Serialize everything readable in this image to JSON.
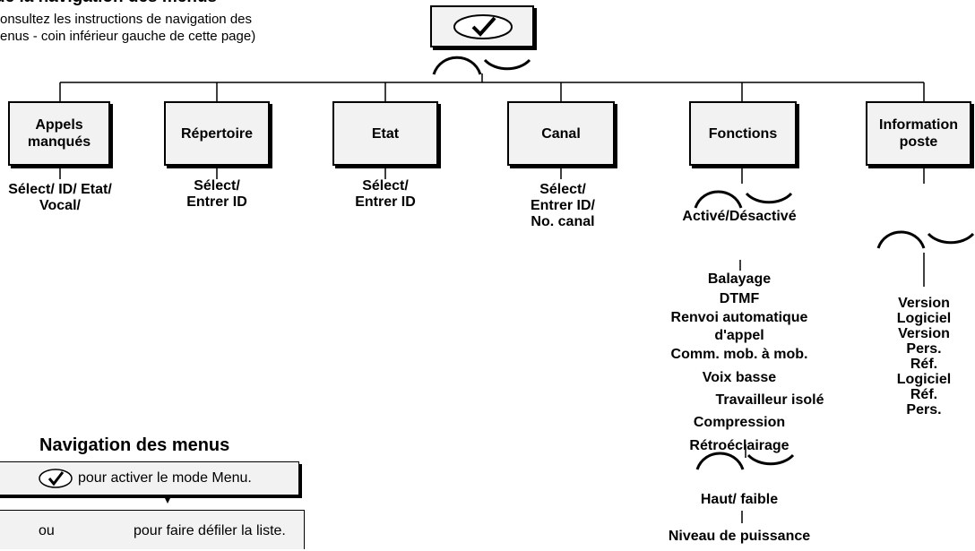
{
  "header": {
    "title_partial": "de la navigation des menus",
    "instructions_line1": "onsultez les instructions de navigation des",
    "instructions_line2": "enus - coin inférieur gauche de cette page)"
  },
  "menu_boxes": [
    {
      "id": "appels",
      "label": "Appels manqués",
      "sub": "Sélect/ ID/ Etat/ Vocal/"
    },
    {
      "id": "repertoire",
      "label": "Répertoire",
      "sub": "Sélect/ Entrer ID"
    },
    {
      "id": "etat",
      "label": "Etat",
      "sub": "Sélect/ Entrer ID"
    },
    {
      "id": "canal",
      "label": "Canal",
      "sub": "Sélect/ Entrer ID/ No. canal"
    },
    {
      "id": "fonctions",
      "label": "Fonctions"
    },
    {
      "id": "info",
      "label": "Information poste"
    }
  ],
  "fonctions": {
    "toggle": "Activé/Désactivé",
    "items": [
      "Balayage",
      "DTMF",
      "Renvoi automatique",
      "d'appel",
      "Comm. mob. à mob.",
      "Voix basse",
      "Travailleur isolé",
      "Compression",
      "Rétroéclairage"
    ],
    "level": "Haut/ faible",
    "power": "Niveau de puissance"
  },
  "info_items": [
    "Version",
    "Logiciel",
    "Version",
    "Pers.",
    "Réf.",
    "Logiciel",
    "Réf.",
    "Pers."
  ],
  "nav": {
    "title": "Navigation des menus",
    "step1": "pour activer le mode Menu.",
    "step2_or": "ou",
    "step2": "pour faire défiler la liste."
  },
  "icons": [
    "checkmark-icon",
    "scroll-up-key-icon",
    "scroll-down-key-icon"
  ]
}
